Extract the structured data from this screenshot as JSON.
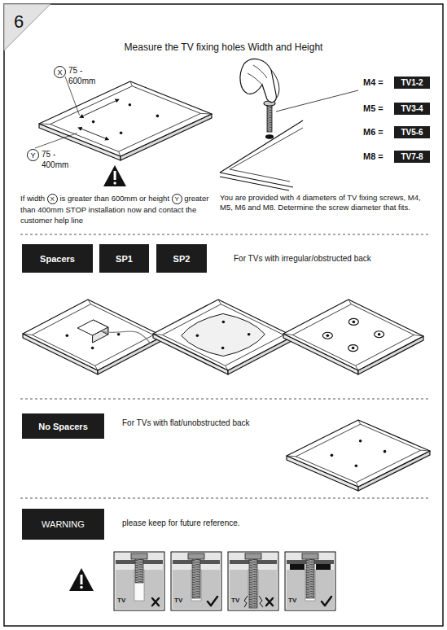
{
  "diagram": {
    "title": "Measure the TV fixing holes Width and Height",
    "nodes": [
      {
        "text": [
          "X"
        ]
      },
      {
        "text": [
          "Y"
        ]
      },
      {
        "text": [
          "TV1-2"
        ]
      },
      {
        "text": [
          "TV3-4"
        ]
      },
      {
        "text": [
          "TV5-6"
        ]
      },
      {
        "text": [
          "TV7-8"
        ]
      },
      {
        "text": [
          "Spacers"
        ]
      },
      {
        "text": [
          "SP1"
        ]
      },
      {
        "text": [
          "SP2"
        ]
      },
      {
        "text": [
          "No Spacers"
        ]
      },
      {
        "text": [
          "WARNING"
        ]
      }
    ],
    "labels": [
      "6",
      "75 - 600mm",
      "75 - 400mm",
      "If width",
      "X",
      "is greater than 600mm or height",
      "Y",
      "greater than 400mm STOP installation now and contact the customer help line",
      "M4 =",
      "M5 =",
      "M6 =",
      "M8 =",
      "You are provided with 4 diameters of TV fixing screws, M4, M5, M6 and M8. Determine the screw diameter that fits.",
      "For TVs with irregular/obstructed back",
      "For TVs with flat/unobstructed back",
      "please keep for future reference.",
      "TV",
      "TV",
      "TV",
      "TV"
    ]
  }
}
